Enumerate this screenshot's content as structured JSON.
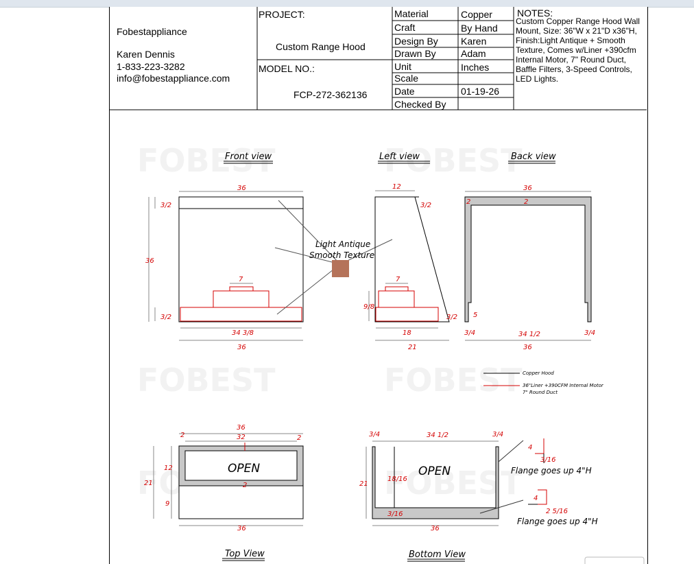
{
  "titleblock": {
    "company": "Fobestappliance",
    "contact_name": "Karen Dennis",
    "phone": "1-833-223-3282",
    "email": "info@fobestappliance.com",
    "project_label": "PROJECT:",
    "project_name": "Custom Range Hood",
    "model_label": "MODEL NO.:",
    "model_no": "FCP-272-362136",
    "fields": [
      {
        "label": "Material",
        "value": "Copper"
      },
      {
        "label": "Craft",
        "value": "By Hand"
      },
      {
        "label": "Design By",
        "value": "Karen"
      },
      {
        "label": "Drawn By",
        "value": "Adam"
      },
      {
        "label": "Unit",
        "value": "Inches"
      },
      {
        "label": "Scale",
        "value": ""
      },
      {
        "label": "Date",
        "value": "01-19-26"
      },
      {
        "label": "Checked By",
        "value": ""
      }
    ],
    "notes_title": "NOTES:",
    "notes_text": "Custom Copper Range Hood Wall Mount, Size: 36\"W x 21\"D x36\"H, Finish:Light Antique + Smooth Texture, Comes w/Liner +390cfm Internal Motor, 7\" Round Duct, Baffle Filters, 3-Speed Controls, LED Lights."
  },
  "views": {
    "front": "Front view",
    "left": "Left view",
    "back": "Back view",
    "top": "Top View",
    "bottom": "Bottom View"
  },
  "finish_label_1": "Light Antique",
  "finish_label_2": "Smooth Texture",
  "legend": {
    "hood": "Copper Hood",
    "liner_1": "36\"Liner +390CFM Internal Motor",
    "liner_2": "7\" Round Duct"
  },
  "open_label": "OPEN",
  "flange_label": "Flange goes up 4\"H",
  "dims": {
    "d36": "36",
    "d12": "12",
    "d7": "7",
    "d18": "18",
    "d21": "21",
    "d32": "32",
    "d2": "2",
    "d5": "5",
    "d4": "4",
    "d9": "9",
    "d3_2": "3/2",
    "d34_3_8": "34 3/8",
    "d34_1_2": "34 1/2",
    "d3_4": "3/4",
    "d9_8": "9/8",
    "d18_16": "18/16",
    "d3_16": "3/16",
    "d2_5_16": "2 5/16"
  },
  "colors": {
    "liner_red": "#d40000",
    "hood_line": "#000000",
    "wall_gray": "#c8c8c8",
    "copper_swatch": "#b5735a"
  }
}
